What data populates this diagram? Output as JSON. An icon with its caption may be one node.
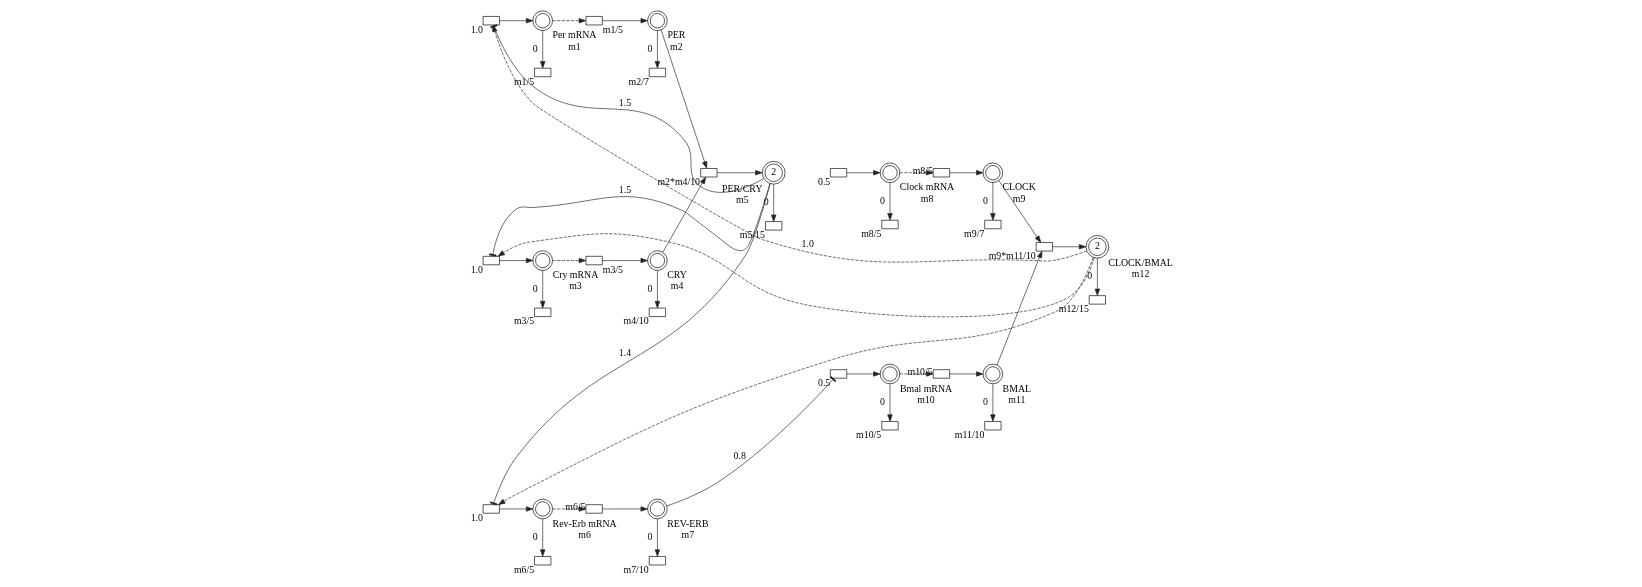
{
  "diagram": {
    "nodes": [
      {
        "text": [],
        "shape": "box",
        "beside": [
          "1.0"
        ]
      },
      {
        "text": [
          "Per mRNA",
          "m1"
        ]
      },
      {
        "text": [],
        "shape": "box",
        "beside": [
          "m1/5"
        ]
      },
      {
        "text": [],
        "shape": "box",
        "beside": [
          "m1/5"
        ]
      },
      {
        "text": [
          "PER",
          "m2"
        ]
      },
      {
        "text": [],
        "shape": "box",
        "beside": [
          "m2/7"
        ]
      },
      {
        "text": [],
        "shape": "box",
        "beside": [
          "m2*m4/10"
        ]
      },
      {
        "text": [
          "2"
        ],
        "beside": [
          "PER/CRY",
          "m5"
        ]
      },
      {
        "text": [],
        "shape": "box",
        "beside": [
          "m5/15"
        ]
      },
      {
        "text": [],
        "shape": "box",
        "beside": [
          "0.5"
        ]
      },
      {
        "text": [
          "Clock mRNA",
          "m8"
        ]
      },
      {
        "text": [],
        "shape": "box",
        "beside": [
          "m8/5"
        ]
      },
      {
        "text": [],
        "shape": "box",
        "beside": [
          "m8/5"
        ]
      },
      {
        "text": [
          "CLOCK",
          "m9"
        ]
      },
      {
        "text": [],
        "shape": "box",
        "beside": [
          "m9/7"
        ]
      },
      {
        "text": [],
        "shape": "box",
        "beside": [
          "m9*m11/10"
        ]
      },
      {
        "text": [
          "2"
        ],
        "beside": [
          "CLOCK/BMAL",
          "m12"
        ]
      },
      {
        "text": [],
        "shape": "box",
        "beside": [
          "m12/15"
        ]
      },
      {
        "text": [],
        "shape": "box",
        "beside": [
          "1.0"
        ]
      },
      {
        "text": [
          "Cry mRNA",
          "m3"
        ]
      },
      {
        "text": [],
        "shape": "box",
        "beside": [
          "m3/5"
        ]
      },
      {
        "text": [],
        "shape": "box",
        "beside": [
          "m3/5"
        ]
      },
      {
        "text": [
          "CRY",
          "m4"
        ]
      },
      {
        "text": [],
        "shape": "box",
        "beside": [
          "m4/10"
        ]
      },
      {
        "text": [],
        "shape": "box",
        "beside": [
          "0.5"
        ]
      },
      {
        "text": [
          "Bmal mRNA",
          "m10"
        ]
      },
      {
        "text": [],
        "shape": "box",
        "beside": [
          "m10/5"
        ]
      },
      {
        "text": [],
        "shape": "box",
        "beside": [
          "m10/5"
        ]
      },
      {
        "text": [
          "BMAL",
          "m11"
        ]
      },
      {
        "text": [],
        "shape": "box",
        "beside": [
          "m11/10"
        ]
      },
      {
        "text": [],
        "shape": "box",
        "beside": [
          "1.0"
        ]
      },
      {
        "text": [
          "Rev-Erb mRNA",
          "m6"
        ]
      },
      {
        "text": [],
        "shape": "box",
        "beside": [
          "m6/5"
        ]
      },
      {
        "text": [],
        "shape": "box",
        "beside": [
          "m6/5"
        ]
      },
      {
        "text": [
          "REV-ERB",
          "m7"
        ]
      },
      {
        "text": [],
        "shape": "box",
        "beside": [
          "m7/10"
        ]
      }
    ],
    "edges": [
      {
        "from": 0,
        "to": 1,
        "arrow": "to"
      },
      {
        "from": 1,
        "to": 2,
        "arrow": "to",
        "label": "0"
      },
      {
        "from": 1,
        "to": 3,
        "arrow": "to",
        "style": "dashed"
      },
      {
        "from": 3,
        "to": 4,
        "arrow": "to"
      },
      {
        "from": 4,
        "to": 5,
        "arrow": "to",
        "label": "0"
      },
      {
        "from": 4,
        "to": 6,
        "arrow": "to"
      },
      {
        "from": 22,
        "to": 6,
        "arrow": "to"
      },
      {
        "from": 6,
        "to": 7,
        "arrow": "to"
      },
      {
        "from": 7,
        "to": 8,
        "arrow": "to",
        "label": "0"
      },
      {
        "from": 9,
        "to": 10,
        "arrow": "to"
      },
      {
        "from": 10,
        "to": 11,
        "arrow": "to",
        "label": "0"
      },
      {
        "from": 10,
        "to": 12,
        "arrow": "to",
        "style": "dashed"
      },
      {
        "from": 12,
        "to": 13,
        "arrow": "to"
      },
      {
        "from": 13,
        "to": 14,
        "arrow": "to",
        "label": "0"
      },
      {
        "from": 13,
        "to": 15,
        "arrow": "to"
      },
      {
        "from": 28,
        "to": 15,
        "arrow": "to"
      },
      {
        "from": 15,
        "to": 16,
        "arrow": "to"
      },
      {
        "from": 16,
        "to": 17,
        "arrow": "to",
        "label": "0"
      },
      {
        "from": 18,
        "to": 19,
        "arrow": "to"
      },
      {
        "from": 19,
        "to": 20,
        "arrow": "to",
        "label": "0"
      },
      {
        "from": 19,
        "to": 21,
        "arrow": "to",
        "style": "dashed"
      },
      {
        "from": 21,
        "to": 22,
        "arrow": "to"
      },
      {
        "from": 22,
        "to": 23,
        "arrow": "to",
        "label": "0"
      },
      {
        "from": 24,
        "to": 25,
        "arrow": "to"
      },
      {
        "from": 25,
        "to": 26,
        "arrow": "to",
        "label": "0"
      },
      {
        "from": 25,
        "to": 27,
        "arrow": "to",
        "style": "dashed"
      },
      {
        "from": 27,
        "to": 28,
        "arrow": "to"
      },
      {
        "from": 28,
        "to": 29,
        "arrow": "to",
        "label": "0"
      },
      {
        "from": 30,
        "to": 31,
        "arrow": "to"
      },
      {
        "from": 31,
        "to": 32,
        "arrow": "to",
        "label": "0"
      },
      {
        "from": 31,
        "to": 33,
        "arrow": "to",
        "style": "dashed"
      },
      {
        "from": 33,
        "to": 34,
        "arrow": "to"
      },
      {
        "from": 34,
        "to": 35,
        "arrow": "to",
        "label": "0"
      },
      {
        "from": 7,
        "to": 0,
        "arrow": "other",
        "label": "1.5"
      },
      {
        "from": 7,
        "to": 18,
        "arrow": "other",
        "label": "1.5"
      },
      {
        "from": 7,
        "to": 30,
        "arrow": "other",
        "label": "1.4"
      },
      {
        "from": 34,
        "to": 24,
        "arrow": "other",
        "label": "0.8"
      },
      {
        "from": 16,
        "to": 0,
        "arrow": "to",
        "style": "dashed",
        "label": "1.0"
      },
      {
        "from": 16,
        "to": 18,
        "arrow": "to",
        "style": "dashed"
      },
      {
        "from": 16,
        "to": 30,
        "arrow": "to",
        "style": "dashed"
      }
    ]
  }
}
